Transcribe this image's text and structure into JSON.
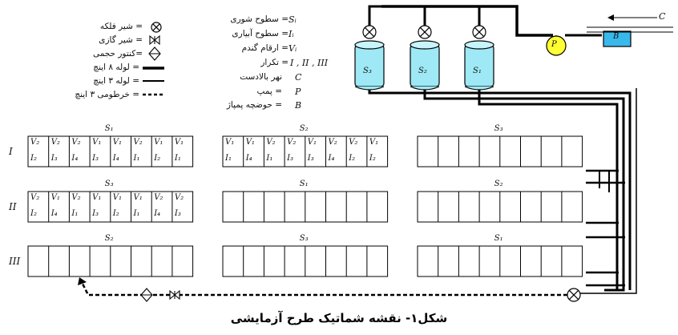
{
  "legend": {
    "valve": "= شیر فلکه",
    "gas_valve": "= شیر گازی",
    "meter": "=کنتور حجمی",
    "pipe8": "= لوله ۸ اینچ",
    "pipe3": "= لوله ۳ اینچ",
    "hose3": "= خرطومی ۳ اینچ",
    "salinity": "= سطوح شوری",
    "salinity_sym": "Sᵢ",
    "irrigation": "= سطوح آبیاری",
    "irrigation_sym": "Iᵢ",
    "cultivars": "= ارقام گندم",
    "cultivars_sym": "Vᵢ",
    "reps": "= تکرار",
    "reps_sym": "I , II , III",
    "canal": "نهر بالادست",
    "canal_sym": "C",
    "pump": "= پمپ",
    "pump_sym": "P",
    "basin": "= حوضچه پمپاژ",
    "basin_sym": "B"
  },
  "tanks": [
    "S₃",
    "S₂",
    "S₁"
  ],
  "pump_label": "P",
  "basin_label": "B",
  "canal_label": "C",
  "rows": [
    {
      "rep": "I",
      "blocks": [
        {
          "salinity": "S₁",
          "v": [
            "V₂",
            "V₂",
            "V₂",
            "V₁",
            "V₁",
            "V₂",
            "V₁",
            "V₁"
          ],
          "i": [
            "I₂",
            "I₃",
            "I₄",
            "I₃",
            "I₄",
            "I₁",
            "I₂",
            "I₁"
          ]
        },
        {
          "salinity": "S₂",
          "v": [
            "V₁",
            "V₁",
            "V₂",
            "V₂",
            "V₁",
            "V₂",
            "V₂",
            "V₁"
          ],
          "i": [
            "I₁",
            "I₄",
            "I₁",
            "I₃",
            "I₃",
            "I₄",
            "I₂",
            "I₂"
          ]
        },
        {
          "salinity": "S₃",
          "v": [],
          "i": []
        }
      ]
    },
    {
      "rep": "II",
      "blocks": [
        {
          "salinity": "S₃",
          "v": [
            "V₂",
            "V₁",
            "V₂",
            "V₁",
            "V₁",
            "V₁",
            "V₂",
            "V₂"
          ],
          "i": [
            "I₂",
            "I₄",
            "I₁",
            "I₃",
            "I₂",
            "I₁",
            "I₄",
            "I₃"
          ]
        },
        {
          "salinity": "S₁",
          "v": [],
          "i": []
        },
        {
          "salinity": "S₂",
          "v": [],
          "i": []
        }
      ]
    },
    {
      "rep": "III",
      "blocks": [
        {
          "salinity": "S₂",
          "v": [],
          "i": []
        },
        {
          "salinity": "S₃",
          "v": [],
          "i": []
        },
        {
          "salinity": "S₁",
          "v": [],
          "i": []
        }
      ]
    }
  ],
  "caption": "شکل۱- نقشه شماتیک طرح آزمایشی"
}
